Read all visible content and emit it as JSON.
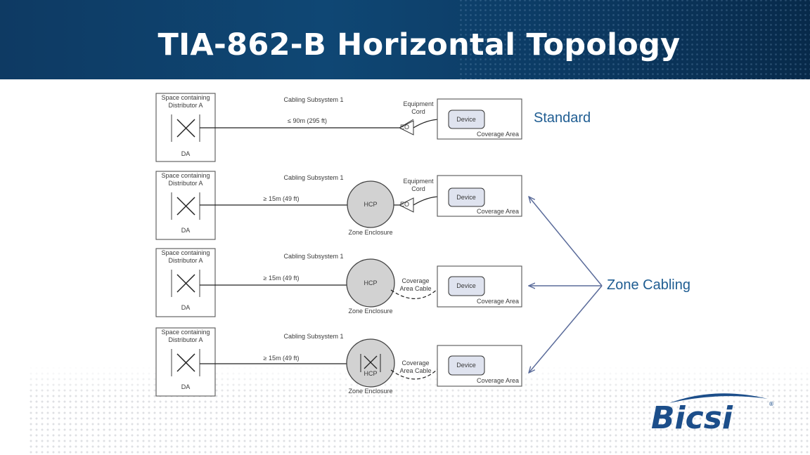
{
  "title": "TIA-862-B Horizontal Topology",
  "labels": {
    "standard": "Standard",
    "zone_cabling": "Zone Cabling"
  },
  "logo": {
    "text": "Bicsi",
    "mark": "®"
  },
  "colors": {
    "header": "#0f4774",
    "label": "#1f5d92",
    "arrow": "#5a6b9a",
    "device_fill": "#dfe3ef"
  },
  "rows": [
    {
      "space_line1": "Space containing",
      "space_line2": "Distributor A",
      "da": "DA",
      "subsystem": "Cabling Subsystem 1",
      "length": "≤ 90m (295 ft)",
      "cord_line1": "Equipment",
      "cord_line2": "Cord",
      "eo": "EO",
      "device": "Device",
      "coverage": "Coverage Area"
    },
    {
      "space_line1": "Space containing",
      "space_line2": "Distributor A",
      "da": "DA",
      "subsystem": "Cabling Subsystem 1",
      "length": "≥ 15m (49 ft)",
      "hcp": "HCP",
      "zone": "Zone Enclosure",
      "cord_line1": "Equipment",
      "cord_line2": "Cord",
      "eo": "EO",
      "device": "Device",
      "coverage": "Coverage Area"
    },
    {
      "space_line1": "Space containing",
      "space_line2": "Distributor A",
      "da": "DA",
      "subsystem": "Cabling Subsystem 1",
      "length": "≥ 15m (49 ft)",
      "hcp": "HCP",
      "zone": "Zone Enclosure",
      "cord_line1": "Coverage",
      "cord_line2": "Area Cable",
      "device": "Device",
      "coverage": "Coverage Area"
    },
    {
      "space_line1": "Space containing",
      "space_line2": "Distributor A",
      "da": "DA",
      "subsystem": "Cabling Subsystem 1",
      "length": "≥ 15m (49 ft)",
      "hcp": "HCP",
      "zone": "Zone Enclosure",
      "cord_line1": "Coverage",
      "cord_line2": "Area Cable",
      "device": "Device",
      "coverage": "Coverage Area"
    }
  ]
}
